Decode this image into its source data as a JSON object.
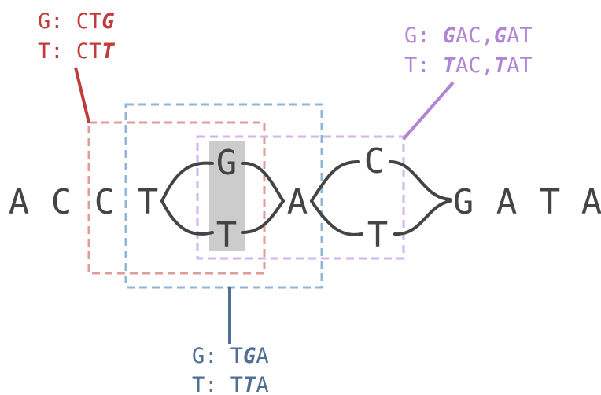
{
  "sequence": {
    "left": [
      "A",
      "C",
      "C",
      "T"
    ],
    "bubble1": {
      "top": "G",
      "bottom": "T"
    },
    "middle": "A",
    "bubble2": {
      "top": "C",
      "bottom": "T"
    },
    "right": [
      "G",
      "A",
      "T",
      "A"
    ]
  },
  "colors": {
    "red": "#c23b3b",
    "purple": "#b184d6",
    "blue": "#4f6f95",
    "red_box": "#e39a9a",
    "purple_box": "#d2b5ea",
    "blue_box": "#8fb6d8",
    "highlight": "#cccccc",
    "base": "#444444"
  },
  "annotations": {
    "red": {
      "g_prefix": "G: ",
      "g_plain": "CT",
      "g_emph": "G",
      "t_prefix": "T: ",
      "t_plain": "CT",
      "t_emph": "T"
    },
    "purple": {
      "g_prefix": "G: ",
      "g_e1": "G",
      "g_p1": "AC,",
      "g_e2": "G",
      "g_p2": "AT",
      "t_prefix": "T: ",
      "t_e1": "T",
      "t_p1": "AC,",
      "t_e2": "T",
      "t_p2": "AT"
    },
    "blue": {
      "g_prefix": "G: ",
      "g_p1": "T",
      "g_emph": "G",
      "g_p2": "A",
      "t_prefix": "T: ",
      "t_p1": "T",
      "t_emph": "T",
      "t_p2": "A"
    }
  }
}
